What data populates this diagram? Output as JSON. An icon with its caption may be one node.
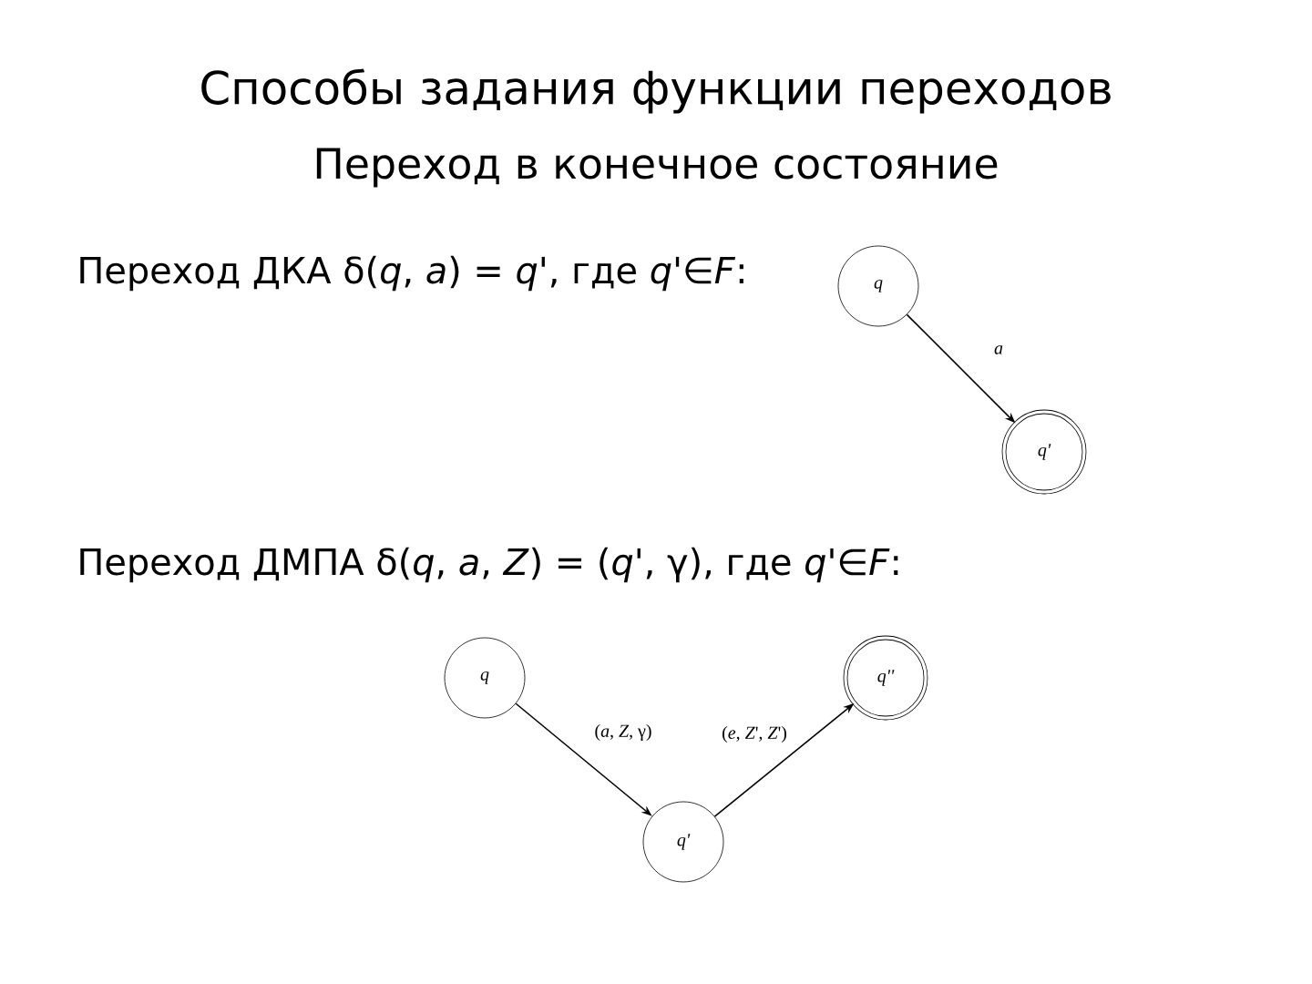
{
  "diagram": {
    "title": "Способы задания функции переходов",
    "nodes": [
      {
        "text": [
          "q"
        ]
      },
      {
        "text": [
          "q'"
        ]
      },
      {
        "text": [
          "q"
        ]
      },
      {
        "text": [
          "q'"
        ]
      },
      {
        "text": [
          "q''"
        ]
      }
    ],
    "edges": [
      {
        "from": 0,
        "to": 1,
        "arrow": "to",
        "label": "*a*"
      },
      {
        "from": 2,
        "to": 3,
        "arrow": "to",
        "label": "(*a*, *Z*, γ)"
      },
      {
        "from": 3,
        "to": 4,
        "arrow": "to",
        "label": "(*e*, *Z*', *Z*')"
      }
    ],
    "labels": [
      "Переход в конечное состояние",
      "Переход ДКА δ(*q*, *a*) = *q*', где *q*'∈*F*:",
      "Переход ДМПА δ(*q*, *a*, *Z*) = (*q*', γ), где *q*'∈*F*:"
    ]
  }
}
